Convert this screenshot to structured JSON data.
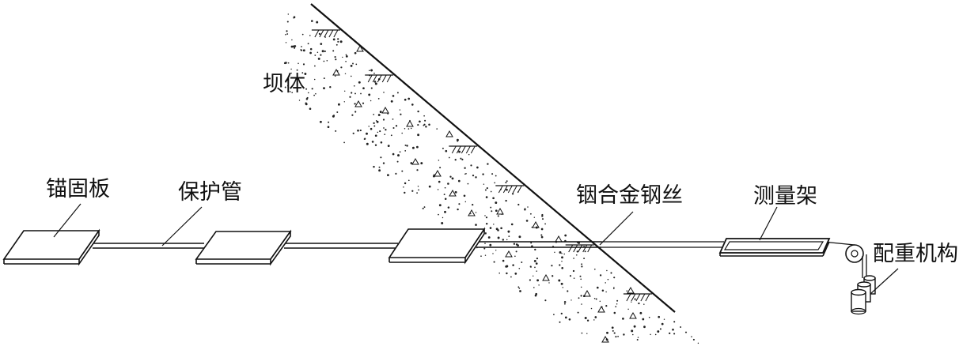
{
  "labels": {
    "dam_body": "坝体",
    "anchor_plate": "锚固板",
    "protective_pipe": "保护管",
    "alloy_wire": "铟合金钢丝",
    "measuring_frame": "测量架",
    "counterweight": "配重机构"
  },
  "colors": {
    "ink": "#111111",
    "plate_fill": "#ffffff",
    "background": "#ffffff"
  }
}
